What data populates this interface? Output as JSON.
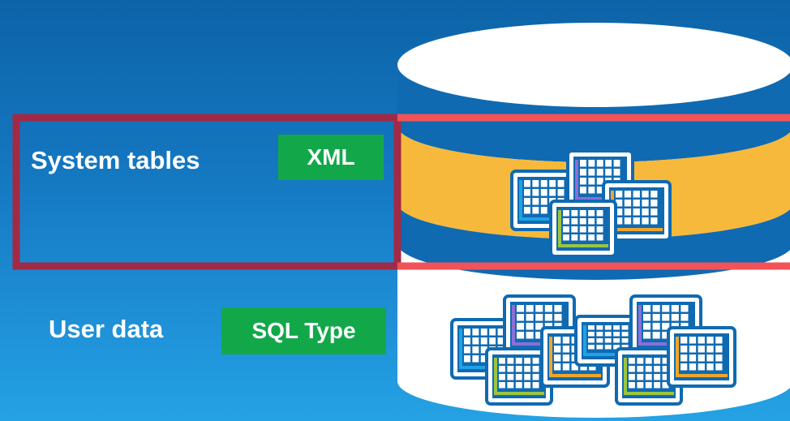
{
  "diagram": {
    "system_tables_label": "System tables",
    "system_tables_format": "XML",
    "user_data_label": "User data",
    "user_data_format": "SQL Type"
  },
  "colors": {
    "background_top": "#0d63a8",
    "background_bottom": "#24a2e4",
    "cylinder": "#ffffff",
    "system_band": "#f7b93b",
    "highlight_outer": "#a12a46",
    "highlight_right": "#f25358",
    "tag": "#12a84a"
  },
  "icons": {
    "database": "database-cylinder-icon",
    "table": "table-grid-icon"
  }
}
